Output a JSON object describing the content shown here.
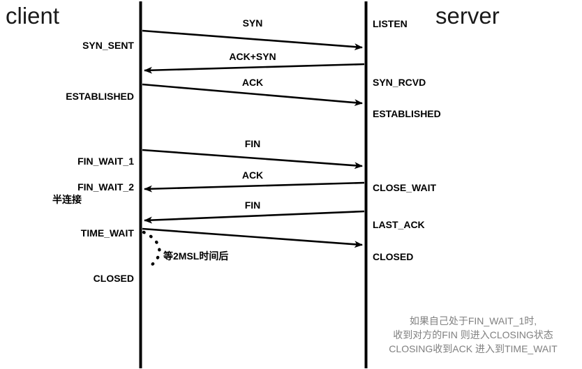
{
  "diagram": {
    "title_client": "client",
    "title_server": "server",
    "line_color": "#000000",
    "text_color": "#000000",
    "note_color": "#808080",
    "background": "#ffffff"
  },
  "messages": [
    {
      "label": "SYN",
      "direction": "client-to-server"
    },
    {
      "label": "ACK+SYN",
      "direction": "server-to-client"
    },
    {
      "label": "ACK",
      "direction": "client-to-server"
    },
    {
      "label": "FIN",
      "direction": "client-to-server"
    },
    {
      "label": "ACK",
      "direction": "server-to-client"
    },
    {
      "label": "FIN",
      "direction": "server-to-client"
    },
    {
      "label": "",
      "direction": "client-to-server"
    }
  ],
  "client_states": [
    {
      "label": "SYN_SENT"
    },
    {
      "label": "ESTABLISHED"
    },
    {
      "label": "FIN_WAIT_1"
    },
    {
      "label": "FIN_WAIT_2"
    },
    {
      "label": "半连接"
    },
    {
      "label": "TIME_WAIT"
    },
    {
      "label": "CLOSED"
    }
  ],
  "server_states": [
    {
      "label": "LISTEN"
    },
    {
      "label": "SYN_RCVD"
    },
    {
      "label": "ESTABLISHED"
    },
    {
      "label": "CLOSE_WAIT"
    },
    {
      "label": "LAST_ACK"
    },
    {
      "label": "CLOSED"
    }
  ],
  "timer_note": "等2MSL时间后",
  "footnote_lines": [
    "如果自己处于FIN_WAIT_1时,",
    "收到对方的FIN 则进入CLOSING状态",
    "CLOSING收到ACK 进入到TIME_WAIT"
  ]
}
